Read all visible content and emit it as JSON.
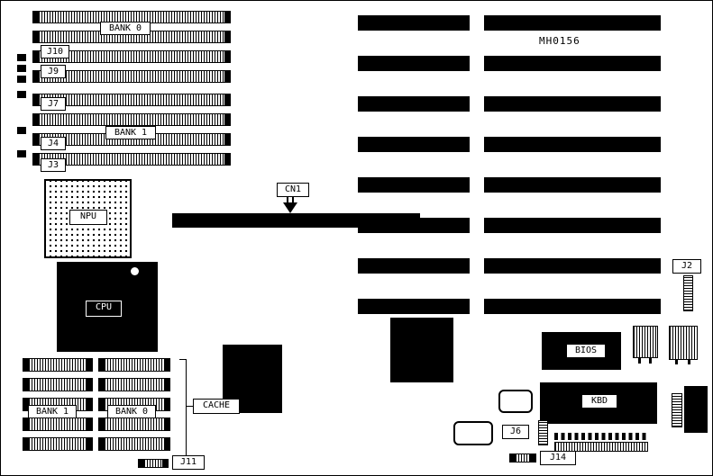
{
  "board": {
    "id": "MH0156"
  },
  "memory_top": {
    "bank0": "BANK 0",
    "j10": "J10",
    "j9": "J9",
    "j7": "J7",
    "bank1": "BANK 1",
    "j4": "J4",
    "j3": "J3"
  },
  "processors": {
    "npu": "NPU",
    "cpu": "CPU"
  },
  "slots": {
    "cn1": "CN1"
  },
  "cache": {
    "label": "CACHE",
    "bank1": "BANK 1",
    "bank0": "BANK 0"
  },
  "chips": {
    "bios": "BIOS",
    "kbd": "KBD"
  },
  "jumpers": {
    "j2": "J2",
    "j6": "J6",
    "j11": "J11",
    "j14": "J14"
  }
}
